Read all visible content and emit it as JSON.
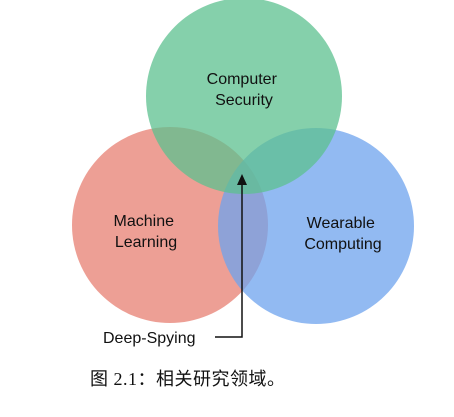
{
  "diagram": {
    "circles": [
      {
        "id": "computer-security",
        "lines": [
          "Computer",
          "Security"
        ],
        "color": "#5cc08f"
      },
      {
        "id": "machine-learning",
        "lines": [
          "Machine",
          "Learning"
        ],
        "color": "#e77f71"
      },
      {
        "id": "wearable-computing",
        "lines": [
          "Wearable",
          "Computing"
        ],
        "color": "#6ea3ee"
      }
    ],
    "callout": {
      "label": "Deep-Spying"
    }
  },
  "caption": "图 2.1：相关研究领域。"
}
